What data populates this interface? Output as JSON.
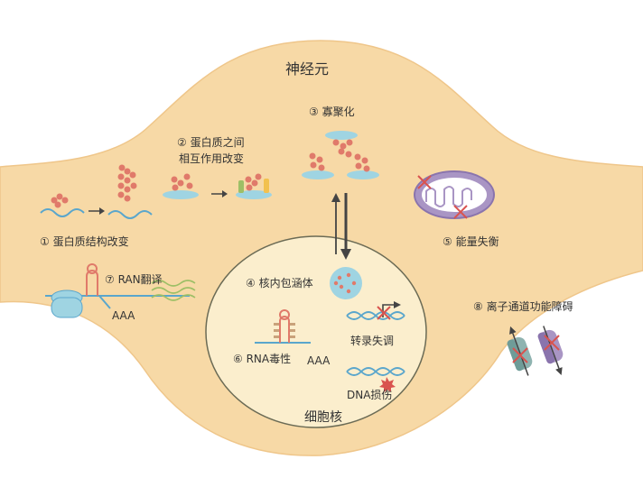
{
  "labels": {
    "neuron": "神经元",
    "nucleus": "细胞核",
    "step1": "① 蛋白质结构改变",
    "step2_line1": "② 蛋白质之间",
    "step2_line2": "相互作用改变",
    "step3": "③ 寡聚化",
    "step4": "④ 核内包涵体",
    "step5": "⑤ 能量失衡",
    "step6": "⑥ RNA毒性",
    "step7": "⑦ RAN翻译",
    "step8": "⑧ 离子通道功能障碍",
    "transcription": "转录失调",
    "dna_damage": "DNA损伤",
    "polyA_cyto": "AAA",
    "polyA_nuc": "AAA"
  },
  "colors": {
    "cell": "#f7d9a6",
    "cell_edge": "#efc68a",
    "nucleus": "#fbeecd",
    "nucleus_edge": "#6b6b55",
    "protein": "#e07a6a",
    "blue": "#9fd4e2",
    "dna": "#5aa6cc",
    "mito": "#a995c4",
    "cross": "#d9534f",
    "rna_green": "#9dbf66"
  }
}
